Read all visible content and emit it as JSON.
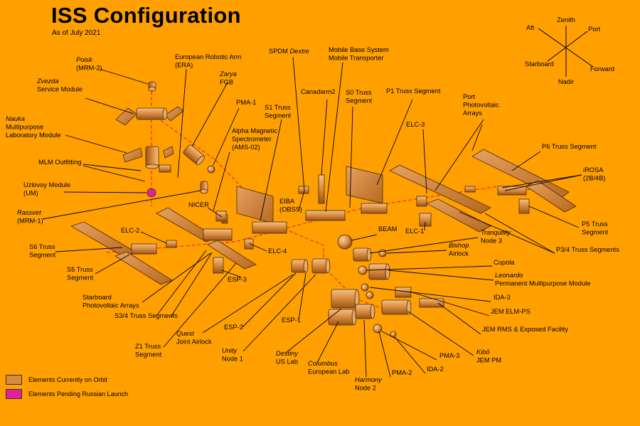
{
  "header": {
    "title": "ISS Configuration",
    "subtitle": "As of July 2021"
  },
  "compass": [
    "Zenith",
    "Port",
    "Forward",
    "Nadir",
    "Starboard",
    "Aft"
  ],
  "labels": [
    {
      "id": "poisk",
      "lines": [
        {
          "t": "Poisk",
          "i": true
        },
        {
          "t": "(MRM-2)"
        }
      ]
    },
    {
      "id": "zvezda",
      "lines": [
        {
          "t": "Zvezda",
          "i": true
        },
        {
          "t": "Service Module"
        }
      ]
    },
    {
      "id": "nauka",
      "lines": [
        {
          "t": "Nauka",
          "i": true
        },
        {
          "t": "Multipurpose"
        },
        {
          "t": "Laboratory Module"
        }
      ]
    },
    {
      "id": "mlm-outfitting",
      "lines": [
        {
          "t": "MLM Outfitting"
        }
      ]
    },
    {
      "id": "uzlovoy",
      "lines": [
        {
          "t": "Uzlovoy Module"
        },
        {
          "t": "(UM)"
        }
      ]
    },
    {
      "id": "rassvet",
      "lines": [
        {
          "t": "Rassvet",
          "i": true
        },
        {
          "t": "(MRM-1)"
        }
      ]
    },
    {
      "id": "s6",
      "lines": [
        {
          "t": "S6 Truss"
        },
        {
          "t": "Segment"
        }
      ]
    },
    {
      "id": "s5",
      "lines": [
        {
          "t": "S5 Truss"
        },
        {
          "t": "Segment"
        }
      ]
    },
    {
      "id": "starboard-pv",
      "lines": [
        {
          "t": "Starboard"
        },
        {
          "t": "Photovoltaic Arrays"
        }
      ]
    },
    {
      "id": "s34",
      "lines": [
        {
          "t": "S3/4 Truss Segments"
        }
      ]
    },
    {
      "id": "z1",
      "lines": [
        {
          "t": "Z1 Truss"
        },
        {
          "t": "Segment"
        }
      ]
    },
    {
      "id": "quest",
      "lines": [
        {
          "t": "Quest",
          "i": true
        },
        {
          "t": "Joint Airlock"
        }
      ]
    },
    {
      "id": "unity",
      "lines": [
        {
          "t": "Unity",
          "i": true
        },
        {
          "t": "Node 1"
        }
      ]
    },
    {
      "id": "destiny",
      "lines": [
        {
          "t": "Destiny",
          "i": true
        },
        {
          "t": "US Lab"
        }
      ]
    },
    {
      "id": "columbus",
      "lines": [
        {
          "t": "Columbus",
          "i": true
        },
        {
          "t": "European Lab"
        }
      ]
    },
    {
      "id": "harmony",
      "lines": [
        {
          "t": "Harmony",
          "i": true
        },
        {
          "t": "Node 2"
        }
      ]
    },
    {
      "id": "esp2",
      "lines": [
        {
          "t": "ESP-2"
        }
      ]
    },
    {
      "id": "esp1",
      "lines": [
        {
          "t": "ESP-1"
        }
      ]
    },
    {
      "id": "esp3",
      "lines": [
        {
          "t": "ESP-3"
        }
      ]
    },
    {
      "id": "elc2",
      "lines": [
        {
          "t": "ELC-2"
        }
      ]
    },
    {
      "id": "nicer",
      "lines": [
        {
          "t": "NICER"
        }
      ]
    },
    {
      "id": "elc4",
      "lines": [
        {
          "t": "ELC-4"
        }
      ]
    },
    {
      "id": "era",
      "lines": [
        {
          "t": "European Robotic Arm"
        },
        {
          "t": "(ERA)"
        }
      ]
    },
    {
      "id": "zarya",
      "lines": [
        {
          "t": "Zarya",
          "i": true
        },
        {
          "t": "FGB"
        }
      ]
    },
    {
      "id": "pma1",
      "lines": [
        {
          "t": "PMA-1"
        }
      ]
    },
    {
      "id": "ams",
      "lines": [
        {
          "t": "Alpha Magnetic"
        },
        {
          "t": "Spectrometer"
        },
        {
          "t": "(AMS-02)"
        }
      ]
    },
    {
      "id": "s1",
      "lines": [
        {
          "t": "S1 Truss"
        },
        {
          "t": "Segment"
        }
      ]
    },
    {
      "id": "dextre",
      "lines": [
        {
          "t": "SPDM "
        },
        {
          "t": "Dextre",
          "i": true
        }
      ]
    },
    {
      "id": "mbs",
      "lines": [
        {
          "t": "Mobile Base System"
        },
        {
          "t": "Mobile Transporter"
        }
      ]
    },
    {
      "id": "canadarm2",
      "lines": [
        {
          "t": "Canadarm2"
        }
      ]
    },
    {
      "id": "s0",
      "lines": [
        {
          "t": "S0 Truss"
        },
        {
          "t": "Segment"
        }
      ]
    },
    {
      "id": "p1",
      "lines": [
        {
          "t": "P1 Truss Segment"
        }
      ]
    },
    {
      "id": "eiba",
      "lines": [
        {
          "t": "EIBA"
        },
        {
          "t": "(OBSS)"
        }
      ]
    },
    {
      "id": "elc3",
      "lines": [
        {
          "t": "ELC-3"
        }
      ]
    },
    {
      "id": "elc1",
      "lines": [
        {
          "t": "ELC-1"
        }
      ]
    },
    {
      "id": "port-pv",
      "lines": [
        {
          "t": "Port"
        },
        {
          "t": "Photovoltaic"
        },
        {
          "t": "Arrays"
        }
      ]
    },
    {
      "id": "p6",
      "lines": [
        {
          "t": "P6 Truss Segment"
        }
      ]
    },
    {
      "id": "irosa",
      "lines": [
        {
          "t": "iROSA"
        },
        {
          "t": "(2B/4B)"
        }
      ]
    },
    {
      "id": "p5",
      "lines": [
        {
          "t": "P5 Truss"
        },
        {
          "t": "Segment"
        }
      ]
    },
    {
      "id": "p34",
      "lines": [
        {
          "t": "P3/4 Truss Segments"
        }
      ]
    },
    {
      "id": "beam",
      "lines": [
        {
          "t": "BEAM"
        }
      ]
    },
    {
      "id": "tranquility",
      "lines": [
        {
          "t": "Tranquility",
          "i": true
        },
        {
          "t": "Node 3"
        }
      ]
    },
    {
      "id": "bishop",
      "lines": [
        {
          "t": "Bishop",
          "i": true
        },
        {
          "t": "Airlock"
        }
      ]
    },
    {
      "id": "cupola",
      "lines": [
        {
          "t": "Cupola"
        }
      ]
    },
    {
      "id": "leonardo",
      "lines": [
        {
          "t": "Leonardo",
          "i": true
        },
        {
          "t": "Permanent Multipurpose Module"
        }
      ]
    },
    {
      "id": "ida3",
      "lines": [
        {
          "t": "IDA-3"
        }
      ]
    },
    {
      "id": "jem-elm",
      "lines": [
        {
          "t": "JEM ELM-PS"
        }
      ]
    },
    {
      "id": "jem-rms",
      "lines": [
        {
          "t": "JEM RMS & Exposed Facility"
        }
      ]
    },
    {
      "id": "kibo",
      "lines": [
        {
          "t": "Kibō",
          "i": true
        },
        {
          "t": "JEM PM"
        }
      ]
    },
    {
      "id": "pma3",
      "lines": [
        {
          "t": "PMA-3"
        }
      ]
    },
    {
      "id": "ida2",
      "lines": [
        {
          "t": "IDA-2"
        }
      ]
    },
    {
      "id": "pma2",
      "lines": [
        {
          "t": "PMA-2"
        }
      ]
    }
  ],
  "legend": [
    {
      "label": "Elements Currently on Orbit",
      "color": "#d98a3c"
    },
    {
      "label": "Elements Pending Russian Launch",
      "color": "#e0219a"
    }
  ]
}
